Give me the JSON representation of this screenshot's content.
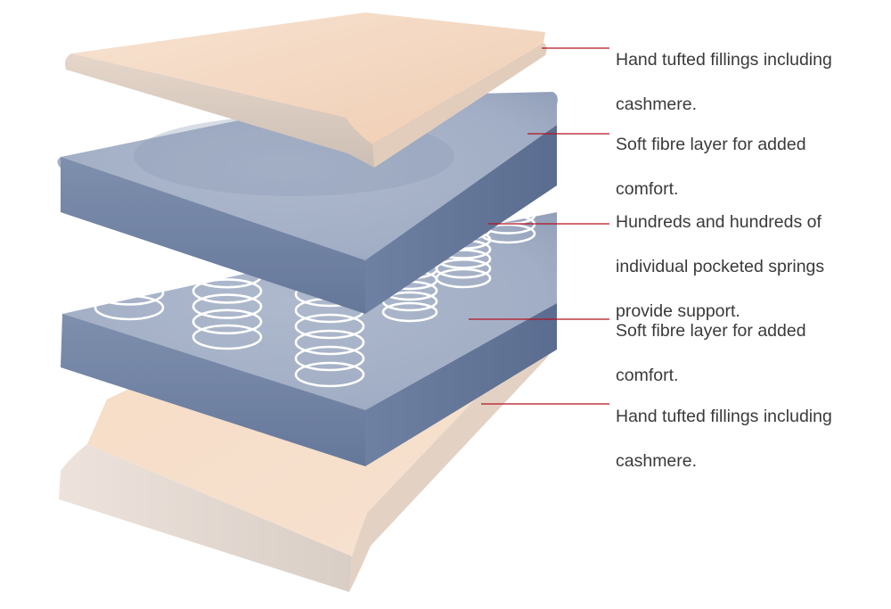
{
  "colors": {
    "leader_line": "#b3131f",
    "text": "#3a3a3a",
    "filling_top": "#f3d6c0",
    "filling_side": "#dcc8b8",
    "fibre_top": "#9aa7c0",
    "fibre_side": "#6d7f9e",
    "spring": "#ffffff"
  },
  "callouts": [
    {
      "lines": [
        "Hand tufted fillings including",
        "cashmere."
      ]
    },
    {
      "lines": [
        "Soft fibre layer for added",
        "comfort."
      ]
    },
    {
      "lines": [
        "Hundreds and hundreds of",
        "individual pocketed springs",
        "provide support."
      ]
    },
    {
      "lines": [
        "Soft fibre layer for added",
        "comfort."
      ]
    },
    {
      "lines": [
        "Hand tufted fillings including",
        "cashmere."
      ]
    }
  ]
}
